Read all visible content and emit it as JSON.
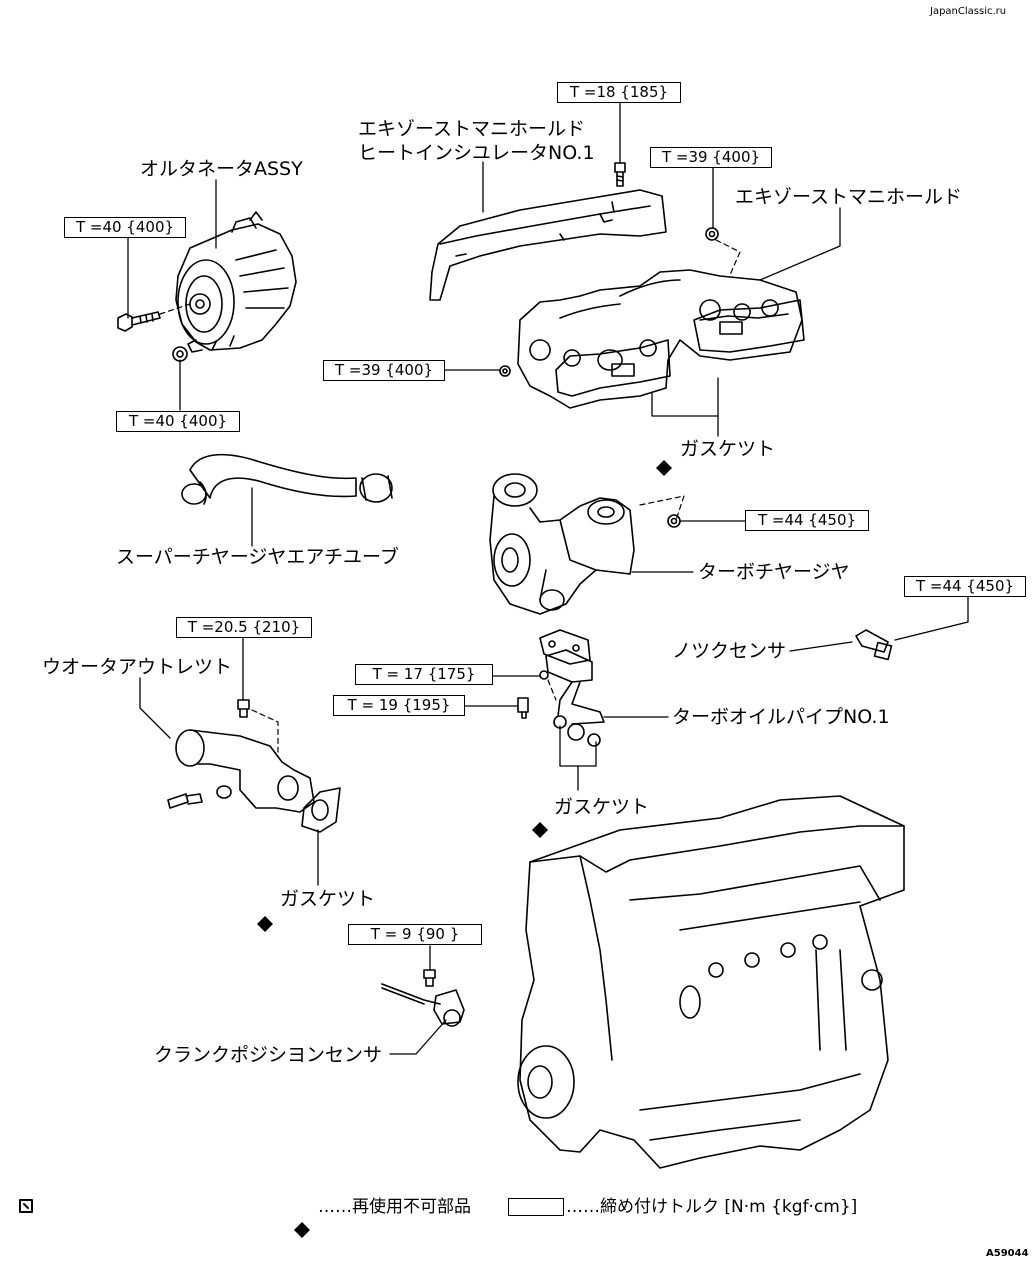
{
  "watermark": "JapanClassic.ru",
  "figure_code": "A59044",
  "parts": {
    "alternator": "オルタネータASSY",
    "heat_insulator_line1": "エキゾーストマニホールド",
    "heat_insulator_line2": "ヒートインシユレータNO.1",
    "exhaust_manifold": "エキゾーストマニホールド",
    "gasket_manifold": "ガスケツト",
    "supercharger_tube": "スーパーチヤージヤエアチユーブ",
    "turbocharger": "ターボチヤージヤ",
    "knock_sensor": "ノツクセンサ",
    "water_outlet": "ウオータアウトレツト",
    "turbo_oil_pipe": "ターボオイルパイプNO.1",
    "gasket_oil_pipe": "ガスケツト",
    "gasket_water_outlet": "ガスケツト",
    "crank_position_sensor": "クランクポジシヨンセンサ"
  },
  "torques": {
    "t18": "T =18 {185}",
    "t39_top": "T =39 {400}",
    "t40_top": "T =40 {400}",
    "t40_bottom": "T =40 {400}",
    "t39_left": "T =39 {400}",
    "t44_turbo": "T =44 {450}",
    "t44_knock": "T =44 {450}",
    "t205": "T =20.5 {210}",
    "t17": "T = 17 {175}",
    "t19": "T = 19 {195}",
    "t9": "T =   9 {90 }"
  },
  "legend": {
    "non_reusable": "……再使用不可部品",
    "torque_spec": "……締め付けトルク [N·m  {kgf·cm}]"
  },
  "colors": {
    "ink": "#000000",
    "background": "#ffffff"
  }
}
